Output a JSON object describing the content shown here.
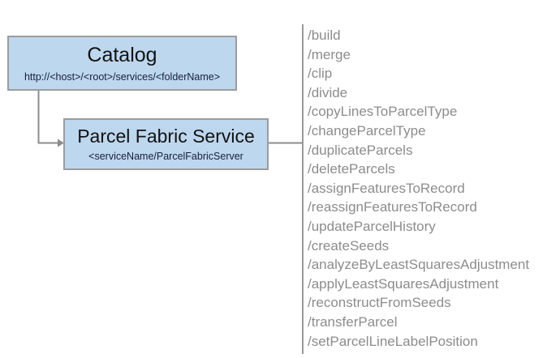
{
  "diagram": {
    "nodes": [
      {
        "id": "catalog",
        "title": "Catalog",
        "subtitle": "http://<host>/<root>/services/<folderName>"
      },
      {
        "id": "parcel-fabric-service",
        "title": "Parcel Fabric Service",
        "subtitle": "<serviceName/ParcelFabricServer"
      }
    ],
    "operations": [
      "/build",
      "/merge",
      "/clip",
      "/divide",
      "/copyLinesToParcelType",
      "/changeParcelType",
      "/duplicateParcels",
      "/deleteParcels",
      "/assignFeaturesToRecord",
      "/reassignFeaturesToRecord",
      "/updateParcelHistory",
      "/createSeeds",
      "/analyzeByLeastSquaresAdjustment",
      "/applyLeastSquaresAdjustment",
      "/reconstructFromSeeds",
      "/transferParcel",
      "/setParcelLineLabelPosition"
    ],
    "colors": {
      "node_fill": "#bdd7ee",
      "node_border": "#9c9c9c",
      "connector": "#8c8c8c",
      "divider": "#9a9a9a",
      "operation_text": "#8c8c8c",
      "title_text": "#121212",
      "background": "#ffffff"
    }
  }
}
